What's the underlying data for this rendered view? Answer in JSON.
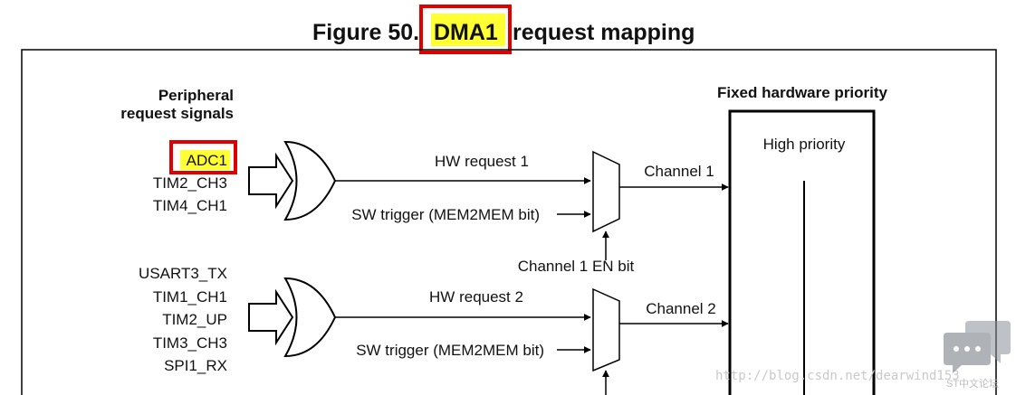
{
  "figure": {
    "title_prefix": "Figure 50.",
    "title_highlight": "DMA1",
    "title_suffix": "request mapping"
  },
  "peripheral_header": [
    "Peripheral",
    "request signals"
  ],
  "priority_header": "Fixed hardware priority",
  "priority_high": "High priority",
  "channel_groups": [
    {
      "signals": [
        "ADC1",
        "TIM2_CH3",
        "TIM4_CH1"
      ],
      "hw_request": "HW request 1",
      "sw_trigger": "SW trigger (MEM2MEM bit)",
      "channel": "Channel 1",
      "enable_bit": "Channel 1 EN bit"
    },
    {
      "signals": [
        "USART3_TX",
        "TIM1_CH1",
        "TIM2_UP",
        "TIM3_CH3",
        "SPI1_RX"
      ],
      "hw_request": "HW request 2",
      "sw_trigger": "SW trigger (MEM2MEM bit)",
      "channel": "Channel 2"
    }
  ],
  "highlights": {
    "yellow": "#ffff33",
    "red_box": "#e00000"
  },
  "watermark": {
    "url": "http://blog.csdn.net/dearwind153",
    "badge": "ST中文论坛"
  }
}
